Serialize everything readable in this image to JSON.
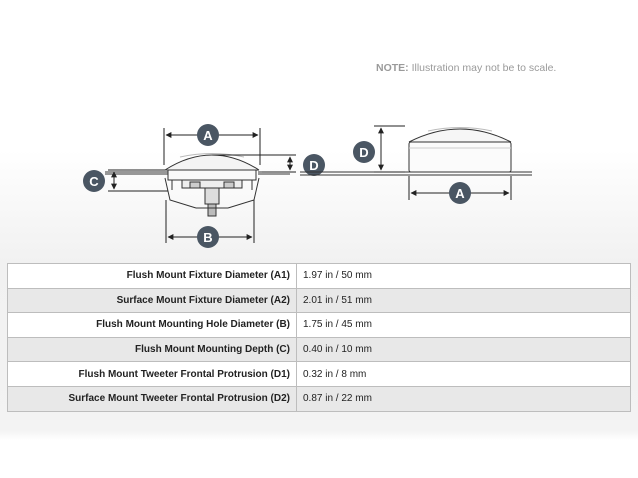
{
  "note": {
    "label": "NOTE:",
    "text": "Illustration may not be to scale."
  },
  "diagram": {
    "badges": {
      "a_flush": "A",
      "b": "B",
      "c": "C",
      "d_flush": "D",
      "d_surface": "D",
      "a_surface": "A"
    },
    "badge_color": "#4a5663"
  },
  "specs": [
    {
      "label": "Flush Mount Fixture Diameter (A1)",
      "value": "1.97 in / 50 mm"
    },
    {
      "label": "Surface Mount Fixture Diameter (A2)",
      "value": "2.01 in / 51 mm"
    },
    {
      "label": "Flush Mount Mounting Hole Diameter (B)",
      "value": "1.75 in / 45 mm"
    },
    {
      "label": "Flush Mount Mounting Depth (C)",
      "value": "0.40 in / 10 mm"
    },
    {
      "label": "Flush Mount Tweeter Frontal Protrusion (D1)",
      "value": "0.32 in / 8 mm"
    },
    {
      "label": "Surface Mount Tweeter Frontal Protrusion (D2)",
      "value": "0.87 in / 22 mm"
    }
  ]
}
